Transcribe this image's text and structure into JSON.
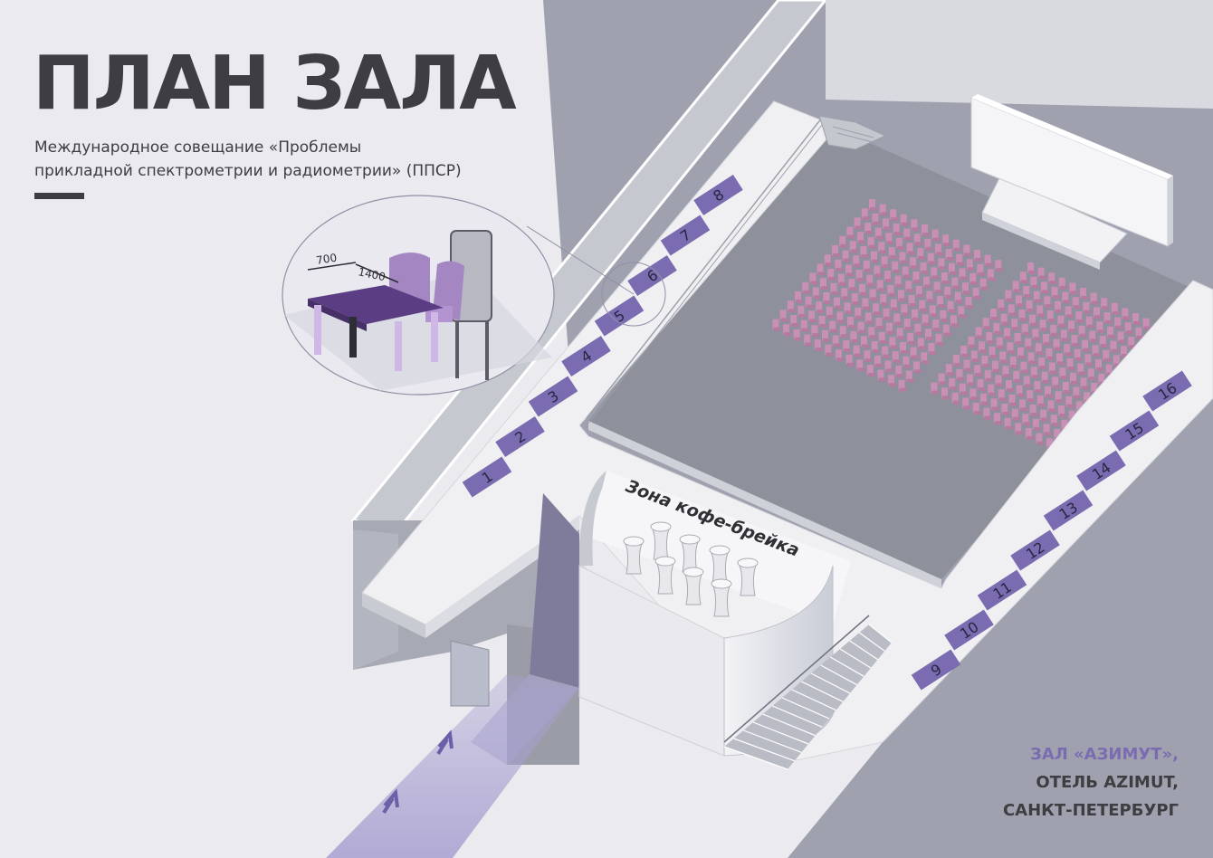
{
  "title": "ПЛАН ЗАЛА",
  "subtitle": {
    "line1": "Международное совещание «Проблемы",
    "line2": "прикладной спектрометрии и радиометрии» (ППСР)"
  },
  "coffee_zone": "Зона кофе-брейка",
  "booths_left": [
    "1",
    "2",
    "3",
    "4",
    "5",
    "6",
    "7",
    "8"
  ],
  "booths_right": [
    "9",
    "10",
    "11",
    "12",
    "13",
    "14",
    "15",
    "16"
  ],
  "furniture_dims": {
    "depth": "700",
    "width": "1400"
  },
  "venue": {
    "line1": "ЗАЛ «АЗИМУТ»,",
    "line2": "ОТЕЛЬ AZIMUT,",
    "line3": "САНКТ-ПЕТЕРБУРГ"
  },
  "colors": {
    "booth": "#7b6cb1",
    "chair": "#c98fb4",
    "text": "#3d3d42",
    "accent": "#7b6cb1"
  }
}
